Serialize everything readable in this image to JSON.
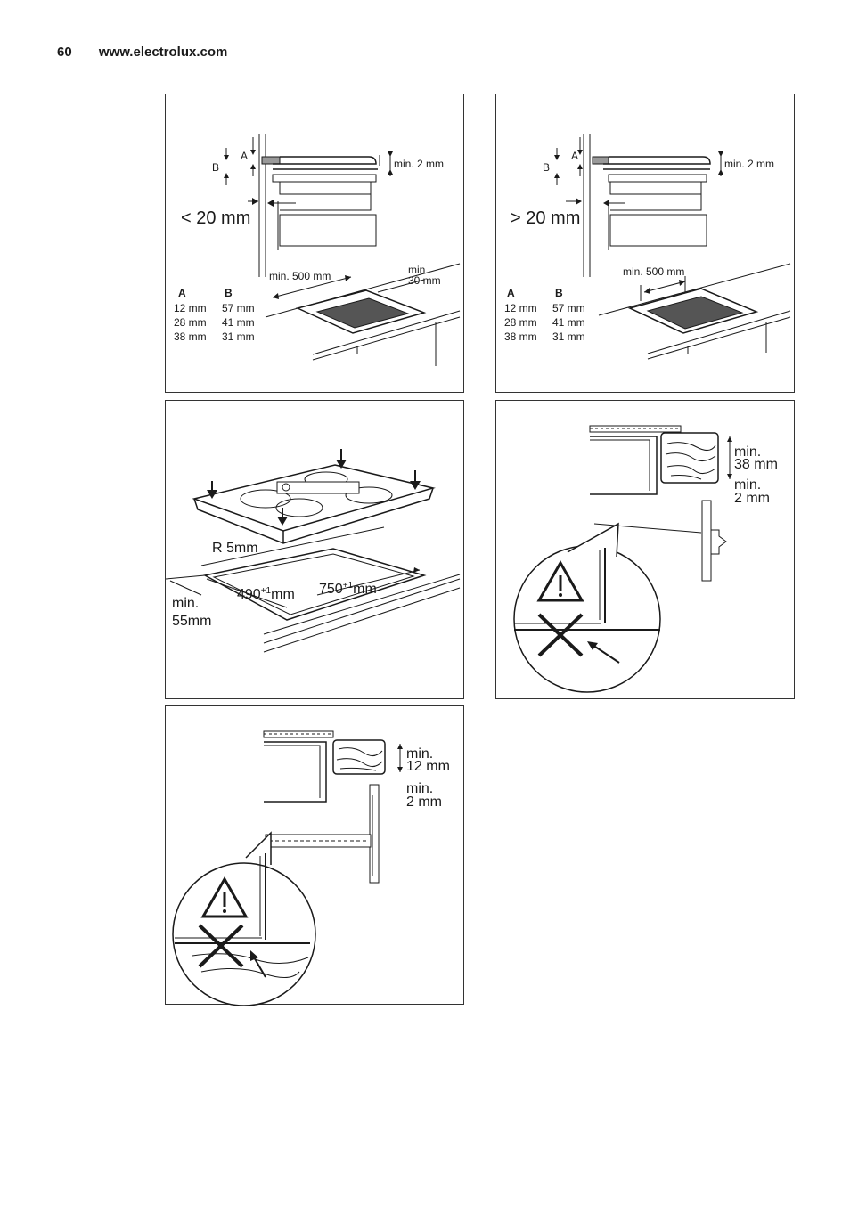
{
  "header": {
    "page_number": "60",
    "website": "www.electrolux.com"
  },
  "panel1": {
    "label_a": "A",
    "label_b": "B",
    "min_2mm": "min. 2 mm",
    "gap": "< 20 mm",
    "min_500": "min. 500 mm",
    "min30_line1": "min",
    "min30_line2": "30 mm",
    "table": {
      "headers": [
        "A",
        "B"
      ],
      "rows": [
        [
          "12 mm",
          "57 mm"
        ],
        [
          "28 mm",
          "41 mm"
        ],
        [
          "38 mm",
          "31 mm"
        ]
      ]
    }
  },
  "panel2": {
    "label_a": "A",
    "label_b": "B",
    "min_2mm": "min. 2 mm",
    "gap": "> 20 mm",
    "min_500": "min. 500 mm",
    "table": {
      "headers": [
        "A",
        "B"
      ],
      "rows": [
        [
          "12 mm",
          "57 mm"
        ],
        [
          "28 mm",
          "41 mm"
        ],
        [
          "38 mm",
          "31 mm"
        ]
      ]
    }
  },
  "panel3": {
    "radius": "R 5mm",
    "dim_490": "490",
    "dim_750": "750",
    "tolerance": "+1",
    "unit": "mm",
    "min_line1": "min.",
    "min_line2": "55mm"
  },
  "panel4": {
    "min38_line1": "min.",
    "min38_line2": "38 mm",
    "min2_line1": "min.",
    "min2_line2": "2 mm"
  },
  "panel5": {
    "min12_line1": "min.",
    "min12_line2": "12 mm",
    "min2_line1": "min.",
    "min2_line2": "2 mm"
  }
}
